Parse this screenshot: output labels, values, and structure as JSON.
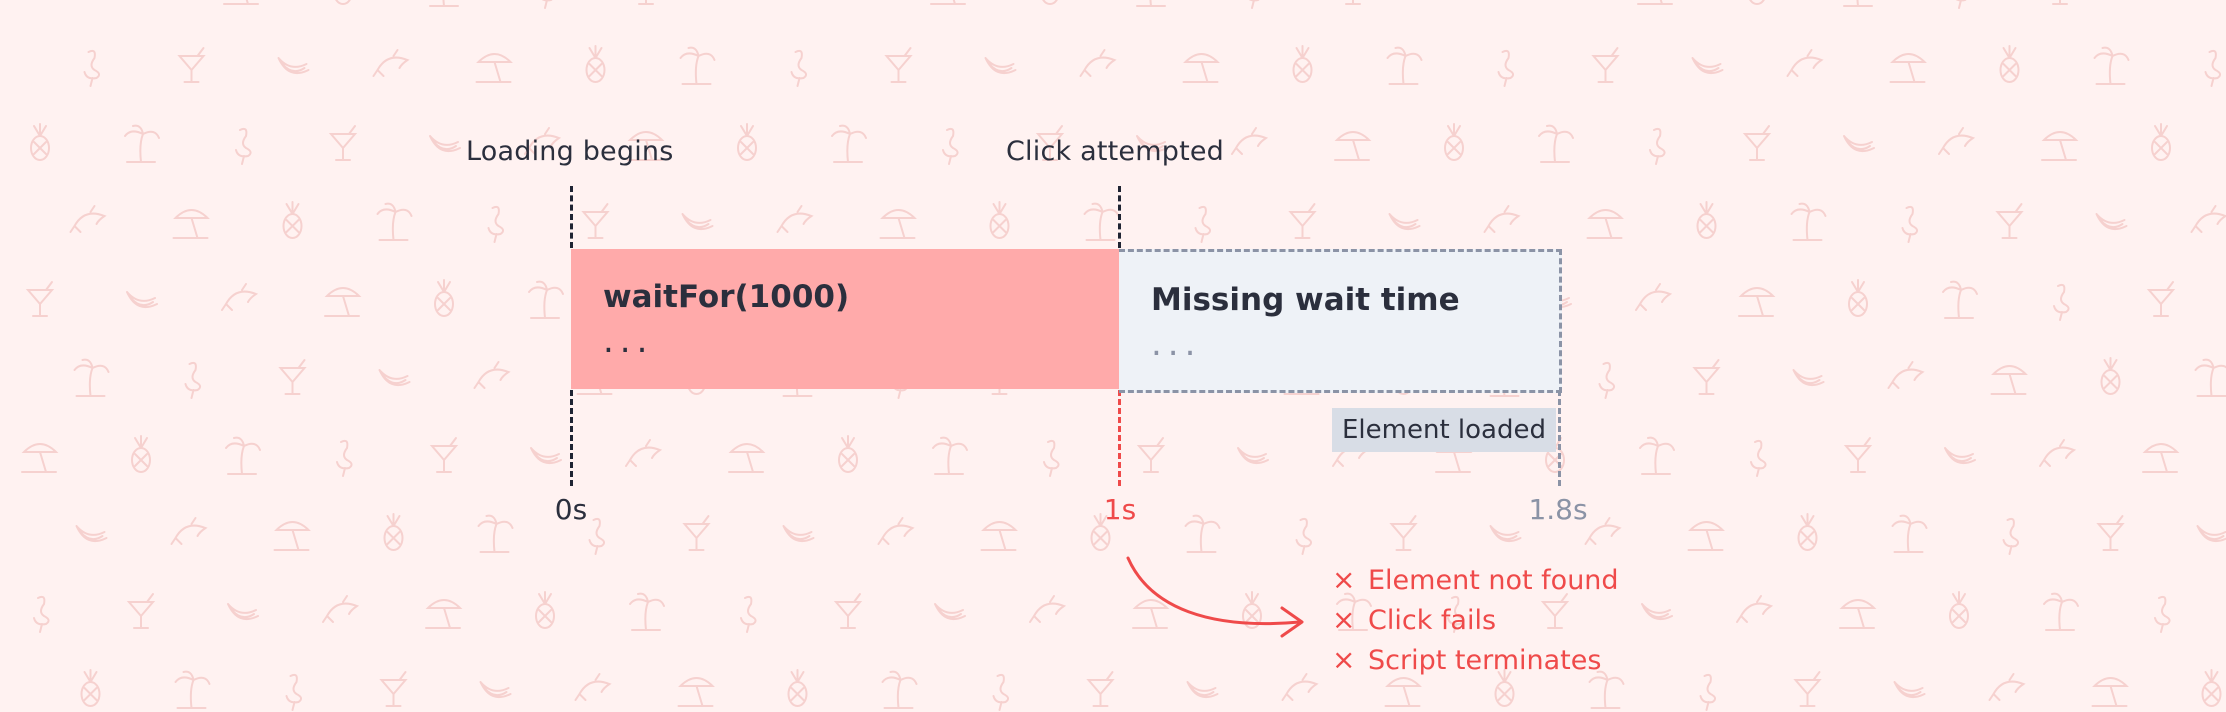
{
  "colors": {
    "background": "#fff2f1",
    "pattern": "#f6d1cf",
    "wait_block": "#ffaaaa",
    "missing_block": "#eef2f7",
    "accent_red": "#ef4a4a",
    "muted_grey": "#8b93a6",
    "text_dark": "#2b2f3d"
  },
  "background_icons": [
    "banana-icon",
    "dolphin-icon",
    "umbrella-icon",
    "pineapple-icon",
    "palm-tree-icon",
    "flamingo-icon",
    "cocktail-icon"
  ],
  "markers": {
    "start": "Loading begins",
    "click": "Click attempted"
  },
  "blocks": {
    "wait": {
      "title": "waitFor(1000)",
      "dots": "..."
    },
    "missing": {
      "title": "Missing wait time",
      "dots": "..."
    }
  },
  "badge": "Element loaded",
  "ticks": [
    "0s",
    "1s",
    "1.8s"
  ],
  "results": {
    "symbol": "×",
    "items": [
      "Element not found",
      "Click fails",
      "Script terminates"
    ]
  }
}
